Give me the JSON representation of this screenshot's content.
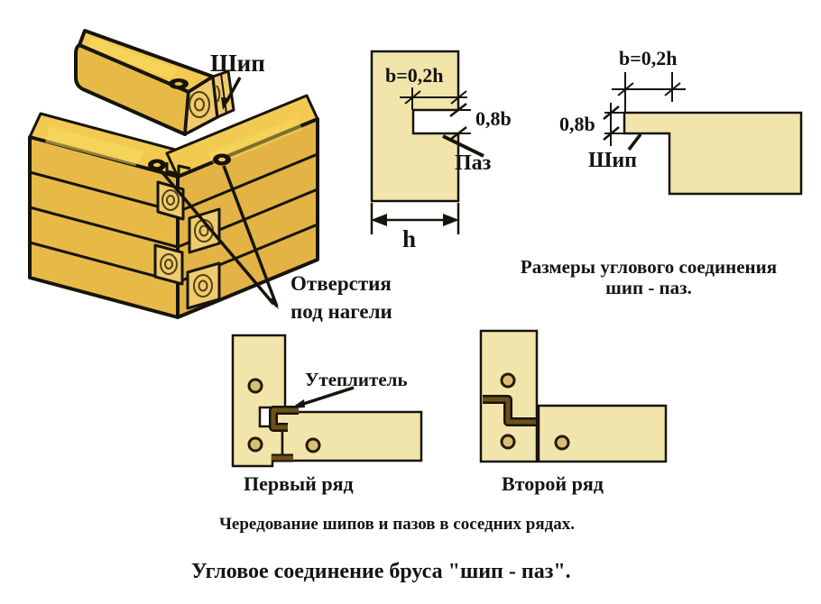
{
  "diagram_title": "Угловое соединение бруса \"шип - паз\".",
  "labels": {
    "ship_3d": "Шип",
    "otverstiya_line1": "Отверстия",
    "otverstiya_line2": "под нагели",
    "mid_b": "b=0,2h",
    "mid_08b": "0,8b",
    "mid_paz": "Паз",
    "mid_h": "h",
    "right_b": "b=0,2h",
    "right_08b": "0,8b",
    "right_ship": "Шип",
    "razmery_line1": "Размеры углового соединения",
    "razmery_line2": "шип - паз.",
    "uteplitel": "Утеплитель",
    "pervyi_ryad": "Первый ряд",
    "vtoroi_ryad": "Второй ряд",
    "cheredovanie": "Чередование шипов и пазов в соседних рядах.",
    "title": "Угловое соединение бруса \"шип - паз\"."
  },
  "dimensions": {
    "tenon_width": "b=0,2h",
    "tenon_height": "0,8b",
    "beam_width": "h"
  },
  "colors": {
    "background": "#ffffff",
    "outline": "#17140c",
    "wood_front": "#e7ba48",
    "wood_front_dark": "#e3b345",
    "wood_top": "#f2ca52",
    "wood_highlight": "#f9dd60",
    "wood_end": "#eecb6e",
    "ring_line": "#51400f",
    "cream": "#f2e5ac",
    "insulation_brown": "#6d5018",
    "hole_tan": "#d9be76",
    "text": "#161310"
  }
}
